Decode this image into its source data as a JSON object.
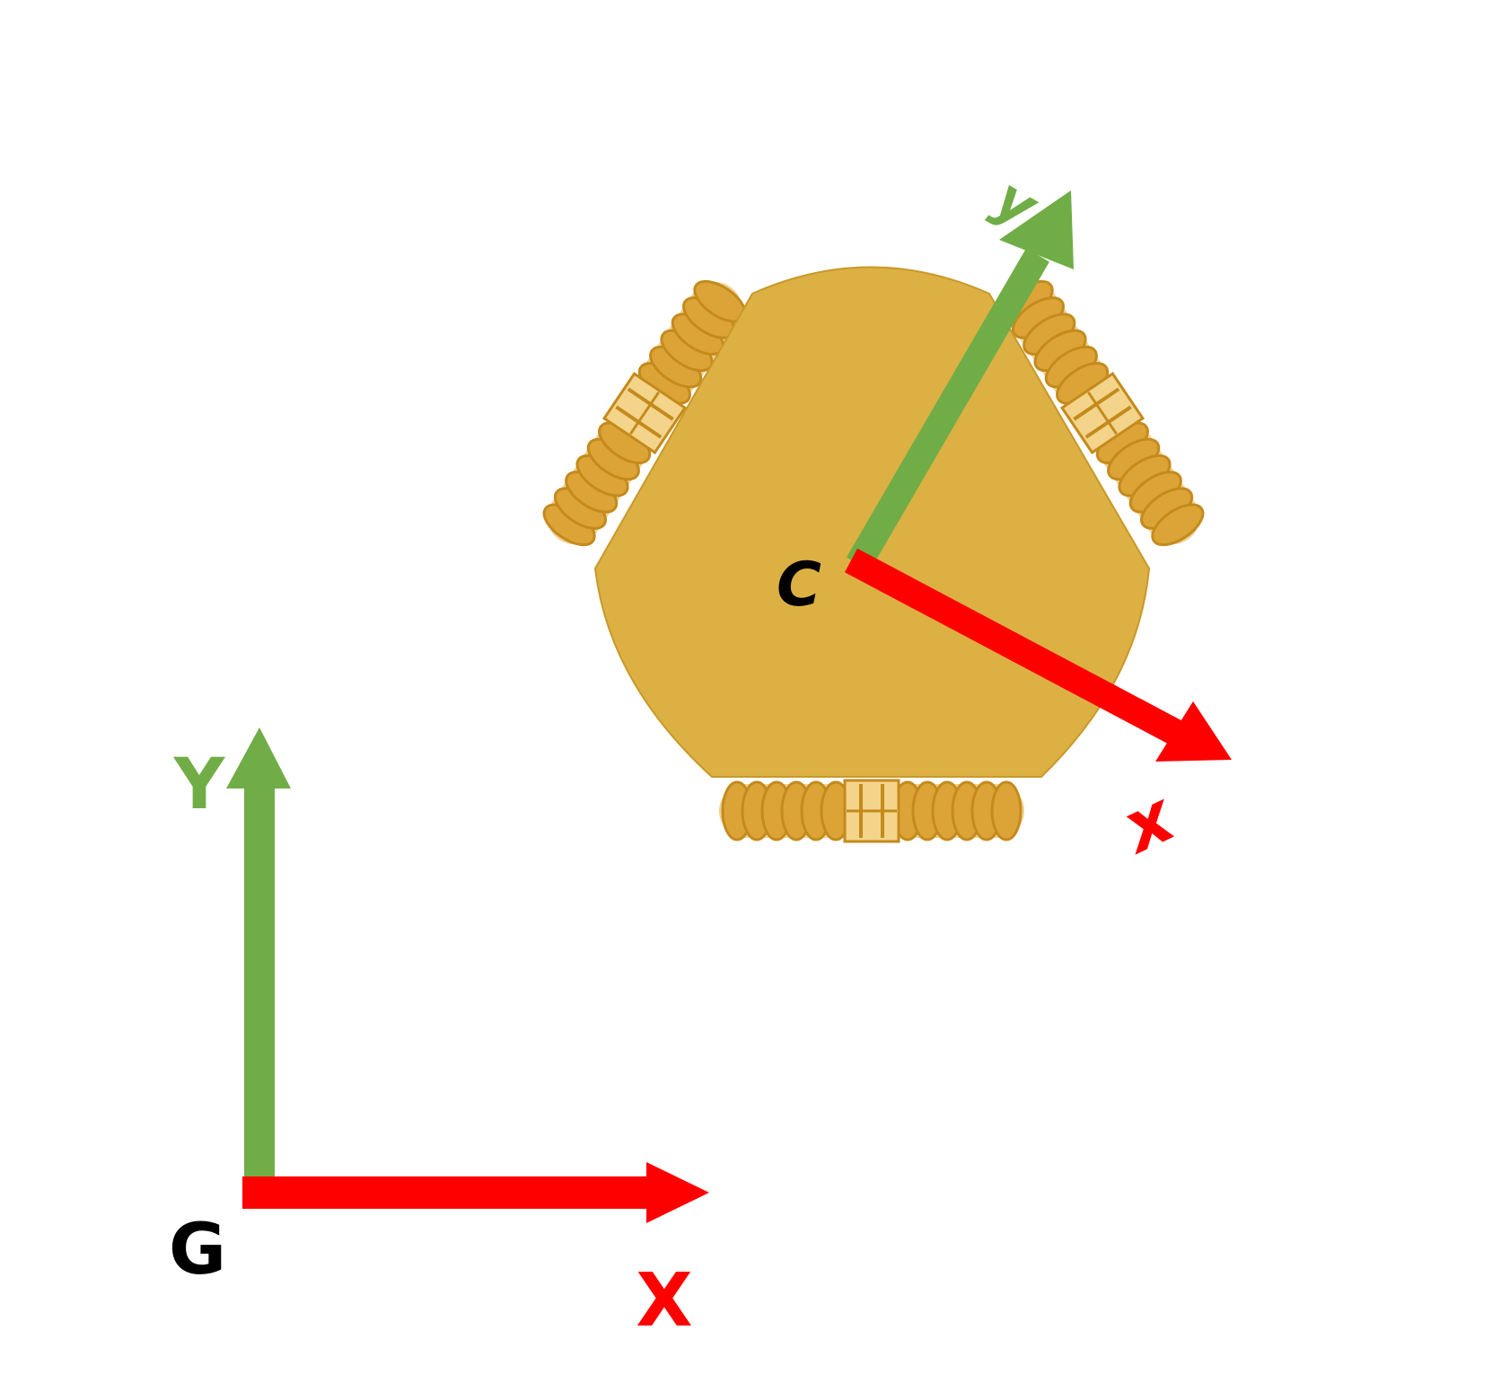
{
  "global_frame": {
    "origin_label": "G",
    "x_label": "X",
    "y_label": "Y"
  },
  "robot_frame": {
    "origin_label": "C",
    "x_label": "x",
    "y_label": "y"
  },
  "colors": {
    "x_axis": "#ff0000",
    "y_axis": "#70ad47",
    "label": "#000000",
    "robot_body": "#dcb043",
    "robot_edge": "#c9982a",
    "wheel": "#e0ac3c",
    "wheel_dark": "#c48a1c",
    "wheel_light": "#f3d48a",
    "background": "#ffffff"
  },
  "icons": {
    "robot": "three-wheeled-omnidirectional-robot-icon",
    "wheel": "omni-wheel-icon"
  }
}
